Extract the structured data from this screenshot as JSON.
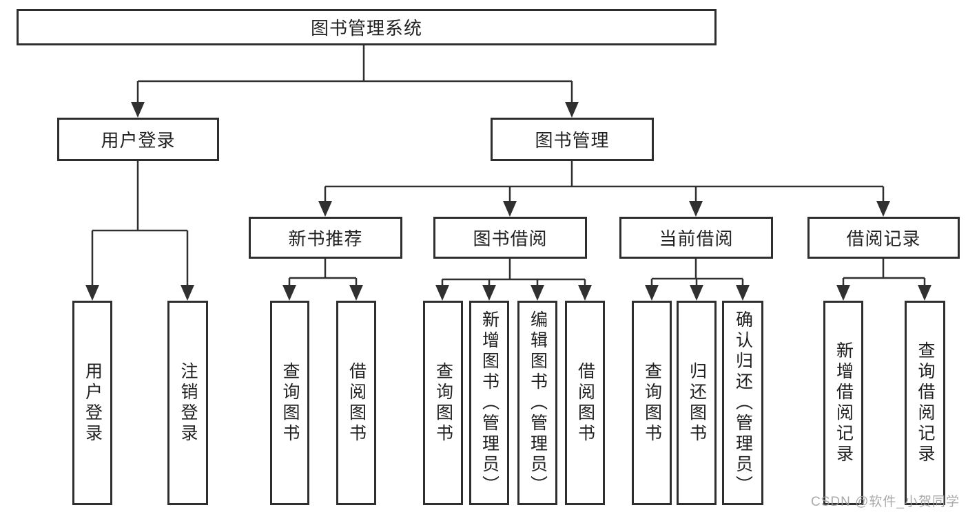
{
  "diagram": {
    "type": "tree-diagram",
    "root": {
      "label": "图书管理系统"
    },
    "branches": [
      {
        "label": "用户登录",
        "children": [
          {
            "label": "用户登录"
          },
          {
            "label": "注销登录"
          }
        ]
      },
      {
        "label": "图书管理",
        "children": [
          {
            "label": "新书推荐",
            "children": [
              {
                "label": "查询图书"
              },
              {
                "label": "借阅图书"
              }
            ]
          },
          {
            "label": "图书借阅",
            "children": [
              {
                "label": "查询图书"
              },
              {
                "label": "新增图书（管理员）"
              },
              {
                "label": "编辑图书（管理员）"
              },
              {
                "label": "借阅图书"
              }
            ]
          },
          {
            "label": "当前借阅",
            "children": [
              {
                "label": "查询图书"
              },
              {
                "label": "归还图书"
              },
              {
                "label": "确认归还（管理员）"
              }
            ]
          },
          {
            "label": "借阅记录",
            "children": [
              {
                "label": "新增借阅记录"
              },
              {
                "label": "查询借阅记录"
              }
            ]
          }
        ]
      }
    ],
    "watermark": "CSDN @软件_小贺同学",
    "colors": {
      "line": "#303030",
      "border": "#2e2e2e",
      "text": "#212121",
      "watermark": "#9e9e9e",
      "background": "#ffffff"
    }
  }
}
